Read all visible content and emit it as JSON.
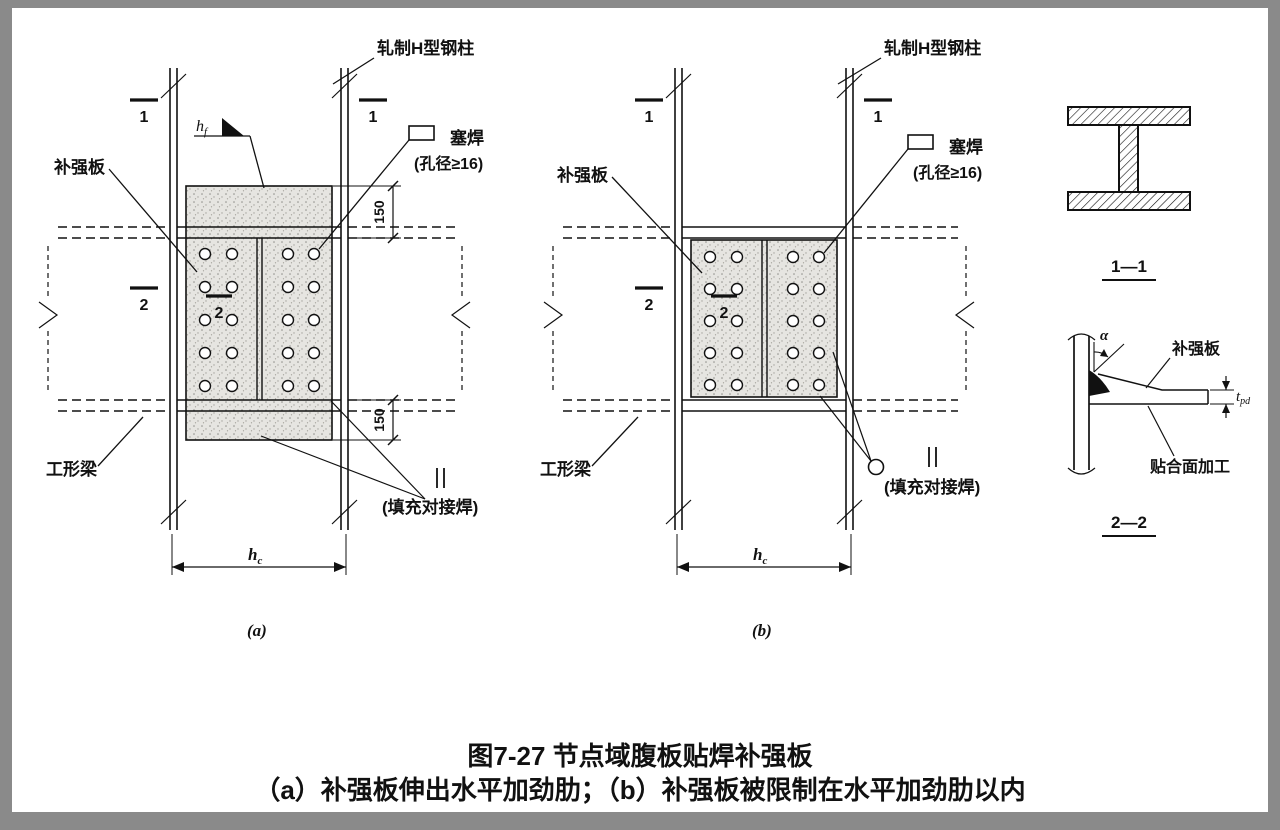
{
  "frame": {
    "border_color": "#8a8a8a",
    "bg_color": "#ffffff"
  },
  "caption": {
    "line1": "图7-27 节点域腹板贴焊补强板",
    "line2": "（a）补强板伸出水平加劲肋；（b）补强板被限制在水平加劲肋以内"
  },
  "diagram_a": {
    "column_label": "轧制H型钢柱",
    "plug_weld_label": "塞焊",
    "plug_weld_note": "(孔径≥16)",
    "reinforce_plate_label": "补强板",
    "beam_label": "工形梁",
    "butt_weld_label": "(填充对接焊)",
    "weld_size_main": "h",
    "weld_size_sub": "f",
    "dim_top": "150",
    "dim_bottom": "150",
    "width_main": "h",
    "width_sub": "c",
    "section1_left": "1",
    "section1_right": "1",
    "section2_outer": "2",
    "section2_inner": "2",
    "sublabel": "(a)"
  },
  "diagram_b": {
    "column_label": "轧制H型钢柱",
    "plug_weld_label": "塞焊",
    "plug_weld_note": "(孔径≥16)",
    "reinforce_plate_label": "补强板",
    "beam_label": "工形梁",
    "butt_weld_label": "(填充对接焊)",
    "width_main": "h",
    "width_sub": "c",
    "section1_left": "1",
    "section1_right": "1",
    "section2_outer": "2",
    "section2_inner": "2",
    "sublabel": "(b)"
  },
  "section_1_1": {
    "title": "1—1"
  },
  "section_2_2": {
    "title": "2—2",
    "angle_label": "α",
    "reinforce_plate_label": "补强板",
    "thickness_main": "t",
    "thickness_sub": "pd",
    "faying_label": "贴合面加工"
  }
}
